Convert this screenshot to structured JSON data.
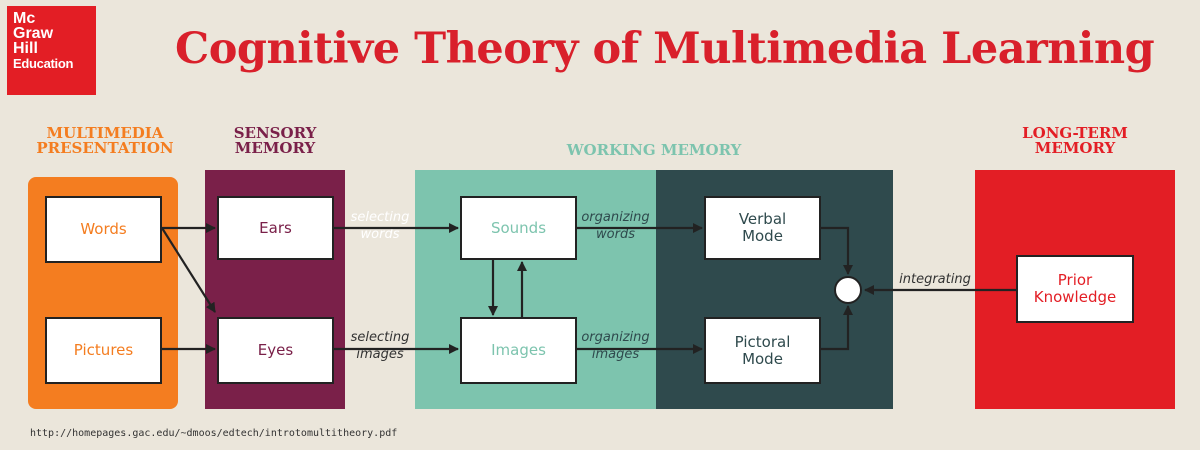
{
  "logo": {
    "line1": "Mc",
    "line2": "Graw",
    "line3": "Hill",
    "line4": "Education"
  },
  "title": "Cognitive Theory of Multimedia Learning",
  "sections": {
    "presentation": "MULTIMEDIA\nPRESENTATION",
    "sensory": "SENSORY\nMEMORY",
    "working": "WORKING MEMORY",
    "longterm": "LONG-TERM\nMEMORY"
  },
  "boxes": {
    "words": "Words",
    "pictures": "Pictures",
    "ears": "Ears",
    "eyes": "Eyes",
    "sounds": "Sounds",
    "images": "Images",
    "verbal": "Verbal\nMode",
    "pictoral": "Pictoral\nMode",
    "prior": "Prior\nKnowledge"
  },
  "labels": {
    "selecting_words": "selecting\nwords",
    "selecting_images": "selecting\nimages",
    "organizing_words": "organizing\nwords",
    "organizing_images": "organizing\nimages",
    "integrating": "integrating"
  },
  "colors": {
    "brand_red": "#e31e25",
    "title_red": "#d9202b",
    "presentation_orange": "#f47d20",
    "sensory_purple": "#7a2049",
    "working_teal": "#7dc4ae",
    "working_dark": "#2f4a4d",
    "longterm_red": "#e31e25"
  },
  "source_url": "http://homepages.gac.edu/~dmoos/edtech/introtomultitheory.pdf"
}
